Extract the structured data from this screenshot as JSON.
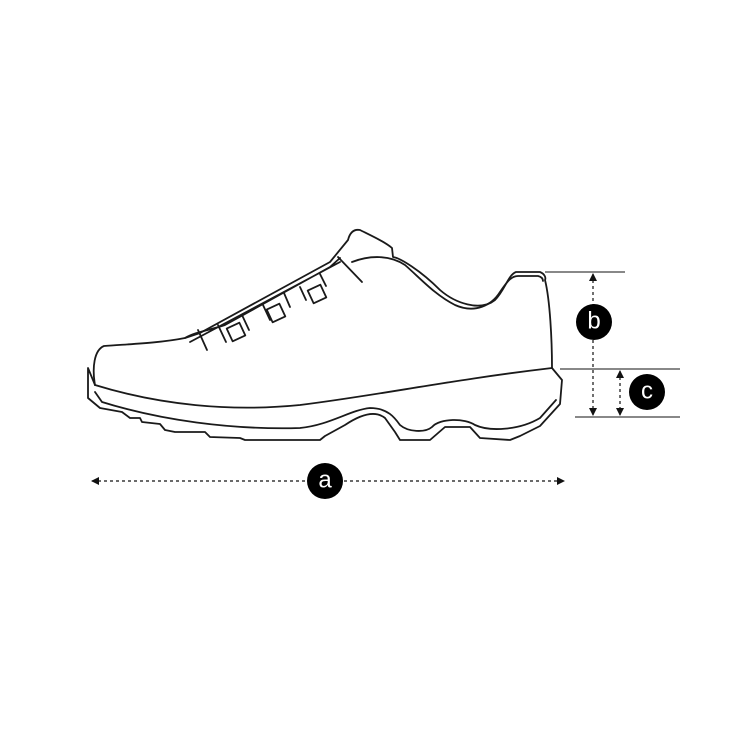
{
  "diagram": {
    "subject": "shoe",
    "measurements": [
      {
        "label": "a"
      },
      {
        "label": "b"
      },
      {
        "label": "c"
      }
    ]
  }
}
